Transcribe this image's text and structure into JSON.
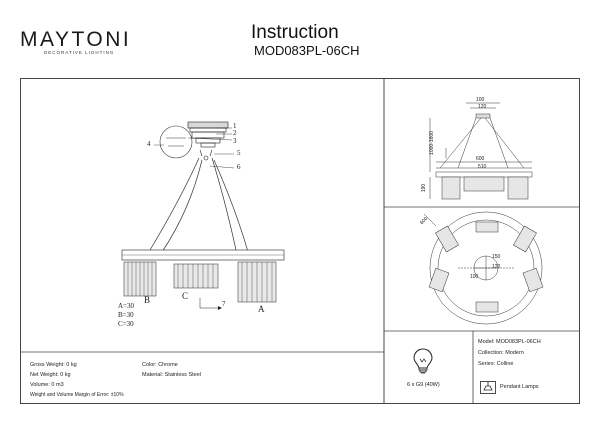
{
  "brand": {
    "name": "MAYTONI",
    "tagline": "DECORATIVE LIGHTING"
  },
  "header": {
    "title": "Instruction",
    "model": "MOD083PL-06CH"
  },
  "main_drawing": {
    "callouts": [
      "1",
      "2",
      "3",
      "4",
      "5",
      "6"
    ],
    "arrow_label": "7",
    "module_labels": [
      "A",
      "B",
      "C"
    ],
    "dimensions": [
      "A=30",
      "B=30",
      "C=30"
    ]
  },
  "side_drawing": {
    "dims": {
      "d1": "100",
      "d2": "120",
      "h1": "1000-1600",
      "w1": "600",
      "w2": "510",
      "h2": "190",
      "r1": "150",
      "r2": "100",
      "r3": "120",
      "diag": "600"
    }
  },
  "specs": {
    "gross_weight": "Gross Weight: 0 kg",
    "net_weight": "Net Weight: 0 kg",
    "volume": "Volume: 0 m3",
    "margin_note": "Weight and Volume Margin of Error: ±10%",
    "color": "Color: Chrome",
    "material": "Material: Stainless Steel"
  },
  "bulb": {
    "icon": "light-bulb-icon",
    "text": "6 x G9 (40W)"
  },
  "product": {
    "model": "Model: MOD083PL-06CH",
    "collection": "Collection: Modern",
    "series": "Series: Colline",
    "type": "Pendant Lamps",
    "type_icon": "pendant-lamp-icon"
  }
}
